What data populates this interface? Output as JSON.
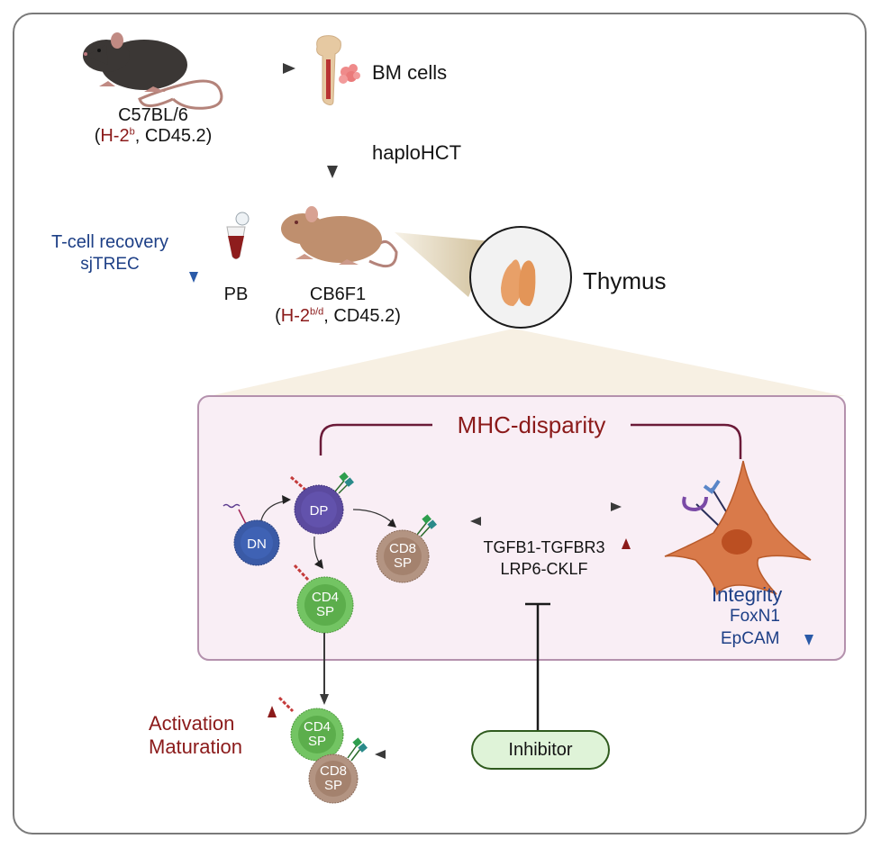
{
  "donor": {
    "strain": "C57BL/6",
    "haplotype_prefix": "(",
    "haplotype": "H-2",
    "haplotype_sup": "b",
    "marker": ",  CD45.2)"
  },
  "bm": {
    "label": "BM cells"
  },
  "transplant": {
    "label": "haploHCT"
  },
  "recipient": {
    "strain": "CB6F1",
    "haplotype_prefix": "(",
    "haplotype": "H-2",
    "haplotype_sup": "b/d",
    "marker": ",  CD45.2)"
  },
  "pb": {
    "label": "PB"
  },
  "tcell": {
    "line1": "T-cell recovery",
    "line2": "sjTREC",
    "trend": "down"
  },
  "thymus": {
    "label": "Thymus"
  },
  "mhc": {
    "label": "MHC-disparity"
  },
  "cells": {
    "dn": "DN",
    "dp": "DP",
    "cd8_l1": "CD8",
    "cd8_l2": "SP",
    "cd4_l1": "CD4",
    "cd4_l2": "SP"
  },
  "signaling": {
    "line1": "TGFB1-TGFBR3",
    "line2": "LRP6-CKLF",
    "trend": "up"
  },
  "tec": {
    "line1": "Integrity",
    "line2": "FoxN1",
    "line3": "EpCAM",
    "trend": "down"
  },
  "outcome": {
    "line1": "Activation",
    "line2": "Maturation",
    "trend": "up"
  },
  "inhibitor": {
    "label": "Inhibitor"
  },
  "colors": {
    "dark_red": "#8b1a1a",
    "navy": "#1d3f86",
    "pink_panel": "#f9eef5",
    "dn": "#3d5ea8",
    "dp": "#5a4a9e",
    "cd4": "#6cbf5a",
    "cd8": "#a98a78",
    "tec": "#d97a4a"
  }
}
